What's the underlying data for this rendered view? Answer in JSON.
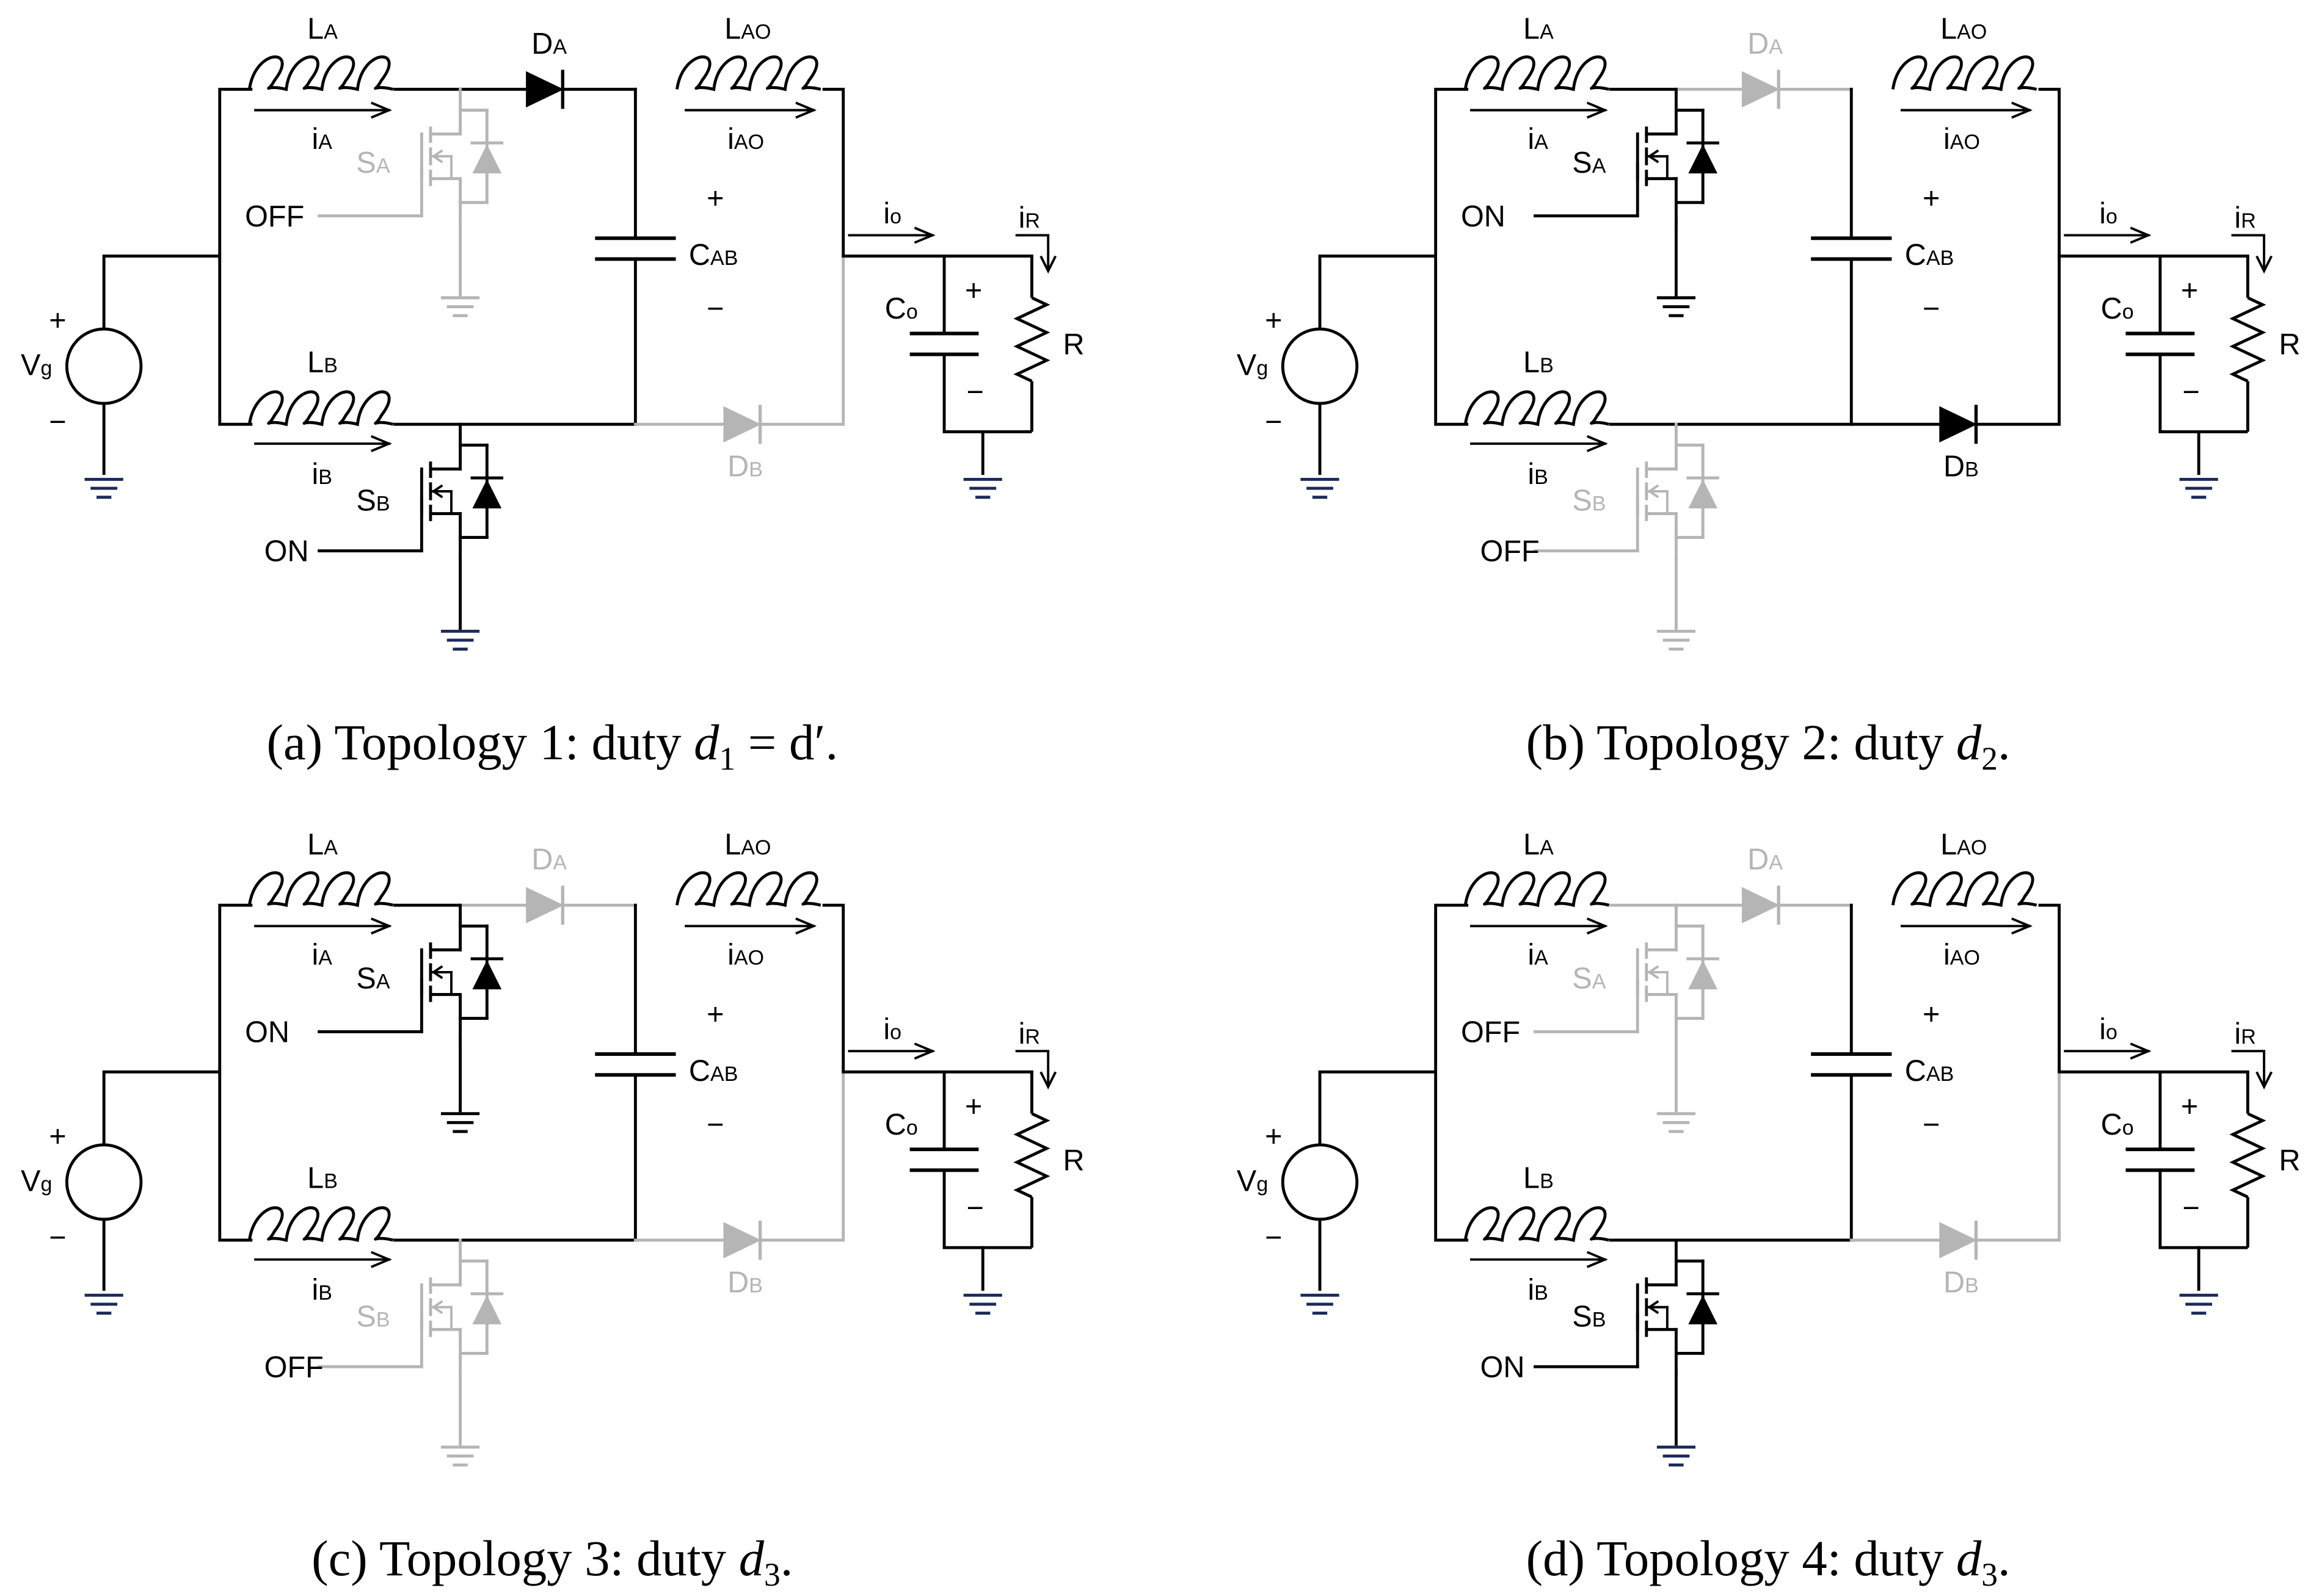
{
  "labels": {
    "LA": [
      "L",
      "A"
    ],
    "LAO": [
      "L",
      "AO"
    ],
    "LB": [
      "L",
      "B"
    ],
    "DA": [
      "D",
      "A"
    ],
    "DB": [
      "D",
      "B"
    ],
    "SA": [
      "S",
      "A"
    ],
    "SB": [
      "S",
      "B"
    ],
    "iA": [
      "i",
      "A"
    ],
    "iB": [
      "i",
      "B"
    ],
    "iAO": [
      "i",
      "AO"
    ],
    "CAB": [
      "C",
      "AB"
    ],
    "Co": [
      "C",
      "o"
    ],
    "io": [
      "i",
      "o"
    ],
    "iR": [
      "i",
      "R"
    ],
    "Vg": [
      "V",
      "g"
    ],
    "R": "R",
    "plus": "+",
    "minus": "−",
    "on": "ON",
    "off": "OFF"
  },
  "panels": [
    {
      "id": "a",
      "state": {
        "SA": "off",
        "SB": "on",
        "DA": "on",
        "DB": "off"
      },
      "caption": {
        "prefix": "(a)  Topology 1: duty ",
        "var": "d",
        "sub": "1",
        "suffix": " = d′."
      }
    },
    {
      "id": "b",
      "state": {
        "SA": "on",
        "SB": "off",
        "DA": "off",
        "DB": "on"
      },
      "caption": {
        "prefix": "(b)  Topology 2: duty ",
        "var": "d",
        "sub": "2",
        "suffix": "."
      }
    },
    {
      "id": "c",
      "state": {
        "SA": "on",
        "SB": "off",
        "DA": "off",
        "DB": "off"
      },
      "caption": {
        "prefix": "(c)  Topology 3: duty ",
        "var": "d",
        "sub": "3",
        "suffix": "."
      }
    },
    {
      "id": "d",
      "state": {
        "SA": "off",
        "SB": "on",
        "DA": "off",
        "DB": "off"
      },
      "caption": {
        "prefix": "(d)  Topology 4: duty ",
        "var": "d",
        "sub": "3",
        "suffix": "."
      }
    }
  ],
  "colors": {
    "active": "#000000",
    "inactive": "#b5b5b5",
    "ground": "#1a2a5a"
  }
}
